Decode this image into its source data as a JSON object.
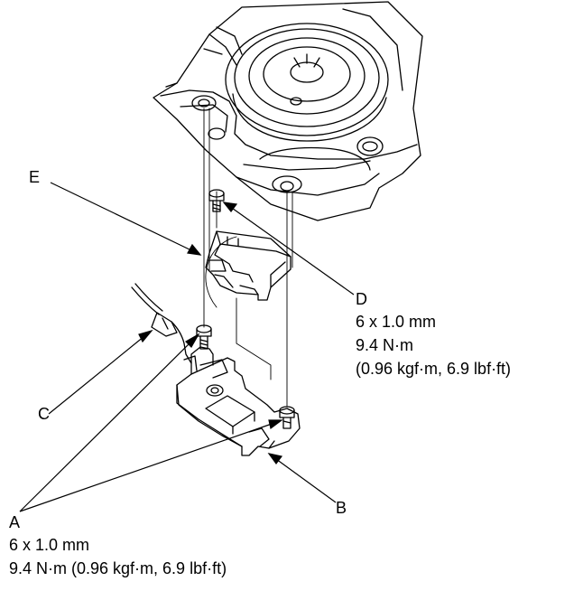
{
  "callouts": {
    "A": "A",
    "B": "B",
    "C": "C",
    "D": "D",
    "E": "E"
  },
  "spec_d": {
    "size": "6 x 1.0 mm",
    "torque_nm": "9.4 N·m",
    "torque_alt": "(0.96 kgf·m, 6.9 lbf·ft)"
  },
  "spec_a": {
    "size": "6 x 1.0 mm",
    "torque": "9.4 N·m (0.96 kgf·m, 6.9 lbf·ft)"
  }
}
